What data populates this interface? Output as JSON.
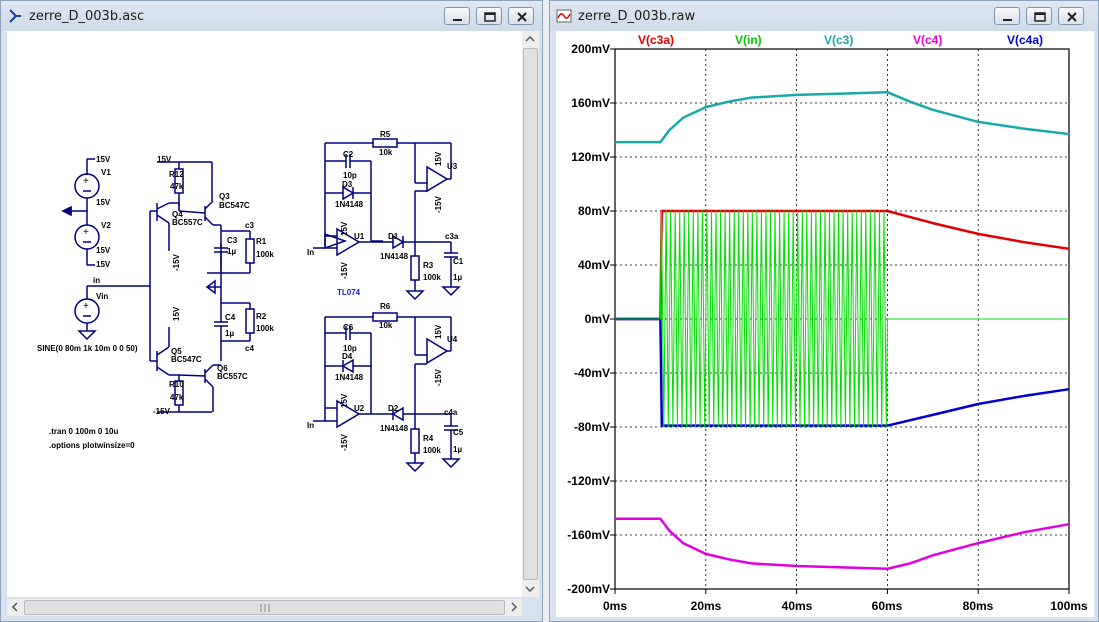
{
  "schematic_window": {
    "title": "zerre_D_003b.asc",
    "labels": {
      "v1_pos": "15V",
      "v1_name": "V1",
      "v1_mid": "15V",
      "v2_name": "V2",
      "v2_val": "15V",
      "v2_neg": "15V",
      "vin_net": "in",
      "vin_name": "Vin",
      "sine": "SINE(0 80m 1k 10m 0 0 50)",
      "q_top_supply": "15V",
      "r12": "R12",
      "r12_val": "47k",
      "q4": "Q4",
      "q4_part": "BC557C",
      "q3": "Q3",
      "q3_part": "BC547C",
      "q4_neg": "-15V",
      "c3_net": "c3",
      "c3": "C3",
      "c3_val": "1µ",
      "r1": "R1",
      "r1_val": "100k",
      "c4": "C4",
      "c4_val": "1µ",
      "r2": "R2",
      "r2_val": "100k",
      "c4_net": "c4",
      "q5_pos": "15V",
      "q5": "Q5",
      "q5_part": "BC547C",
      "q6": "Q6",
      "q6_part": "BC557C",
      "r10": "R10",
      "r10_val": "47k",
      "bot_supply": "-15V",
      "tran": ".tran 0 100m 0 10u",
      "opts": ".options plotwinsize=0",
      "r5": "R5",
      "r5_val": "10k",
      "c2": "C2",
      "c2_val": "10p",
      "d3": "D3",
      "d3_part": "1N4148",
      "u3_pos": "15V",
      "u3": "U3",
      "u3_neg": "-15V",
      "u1_pos": "15V",
      "u1": "U1",
      "u1_neg": "-15V",
      "u1_in": "In",
      "d1": "D1",
      "d1_part": "1N4148",
      "c3a_net": "c3a",
      "r3": "R3",
      "r3_val": "100k",
      "c1": "C1",
      "c1_val": "1µ",
      "tl074": "TL074",
      "r6": "R6",
      "r6_val": "10k",
      "c6": "C6",
      "c6_val": "10p",
      "d4": "D4",
      "d4_part": "1N4148",
      "u4_pos": "15V",
      "u4": "U4",
      "u4_neg": "-15V",
      "u2_pos": "15V",
      "u2": "U2",
      "u2_neg": "-15V",
      "u2_in": "In",
      "d2": "D2",
      "d2_part": "1N4148",
      "c4a_net": "c4a",
      "r4": "R4",
      "r4_val": "100k",
      "c5": "C5",
      "c5_val": "1µ"
    }
  },
  "waveform_window": {
    "title": "zerre_D_003b.raw",
    "traces": [
      {
        "label": "V(c3a)",
        "color": "#e00000"
      },
      {
        "label": "V(in)",
        "color": "#00e000"
      },
      {
        "label": "V(c3)",
        "color": "#1aa8a8"
      },
      {
        "label": "V(c4)",
        "color": "#e000e0"
      },
      {
        "label": "V(c4a)",
        "color": "#0000d0"
      }
    ]
  },
  "chart_data": {
    "type": "line",
    "xlabel": "",
    "ylabel": "",
    "xlim": [
      0,
      100
    ],
    "ylim": [
      -200,
      200
    ],
    "x_ticks": [
      "0ms",
      "20ms",
      "40ms",
      "60ms",
      "80ms",
      "100ms"
    ],
    "y_ticks": [
      "200mV",
      "160mV",
      "120mV",
      "80mV",
      "40mV",
      "0mV",
      "-40mV",
      "-80mV",
      "-120mV",
      "-160mV",
      "-200mV"
    ],
    "grid": true,
    "series": [
      {
        "name": "V(c3a)",
        "color": "#e00000",
        "x": [
          0,
          10,
          10.3,
          60,
          70,
          80,
          90,
          100
        ],
        "y": [
          0,
          0,
          80,
          80,
          71,
          63,
          57,
          52
        ]
      },
      {
        "name": "V(in)",
        "color": "#00e000",
        "x": [
          0,
          10,
          60,
          100
        ],
        "y": [
          0,
          0,
          0,
          0
        ],
        "burst": {
          "start": 10,
          "end": 60,
          "amplitude": 80,
          "frequency_hz": 1000
        }
      },
      {
        "name": "V(c3)",
        "color": "#1aa8a8",
        "x": [
          0,
          10,
          12,
          15,
          20,
          25,
          30,
          40,
          50,
          60,
          65,
          70,
          80,
          90,
          100
        ],
        "y": [
          131,
          131,
          140,
          149,
          157,
          161,
          164,
          166,
          167,
          168,
          161,
          155,
          146,
          141,
          137
        ]
      },
      {
        "name": "V(c4)",
        "color": "#e000e0",
        "x": [
          0,
          10,
          12,
          15,
          20,
          25,
          30,
          40,
          50,
          60,
          65,
          70,
          80,
          90,
          100
        ],
        "y": [
          -148,
          -148,
          -157,
          -166,
          -174,
          -178,
          -181,
          -183,
          -184,
          -185,
          -181,
          -175,
          -166,
          -158,
          -152
        ]
      },
      {
        "name": "V(c4a)",
        "color": "#0000d0",
        "x": [
          0,
          10,
          10.3,
          60,
          70,
          80,
          90,
          100
        ],
        "y": [
          0,
          0,
          -79,
          -79,
          -71,
          -63,
          -57,
          -52
        ]
      }
    ]
  }
}
